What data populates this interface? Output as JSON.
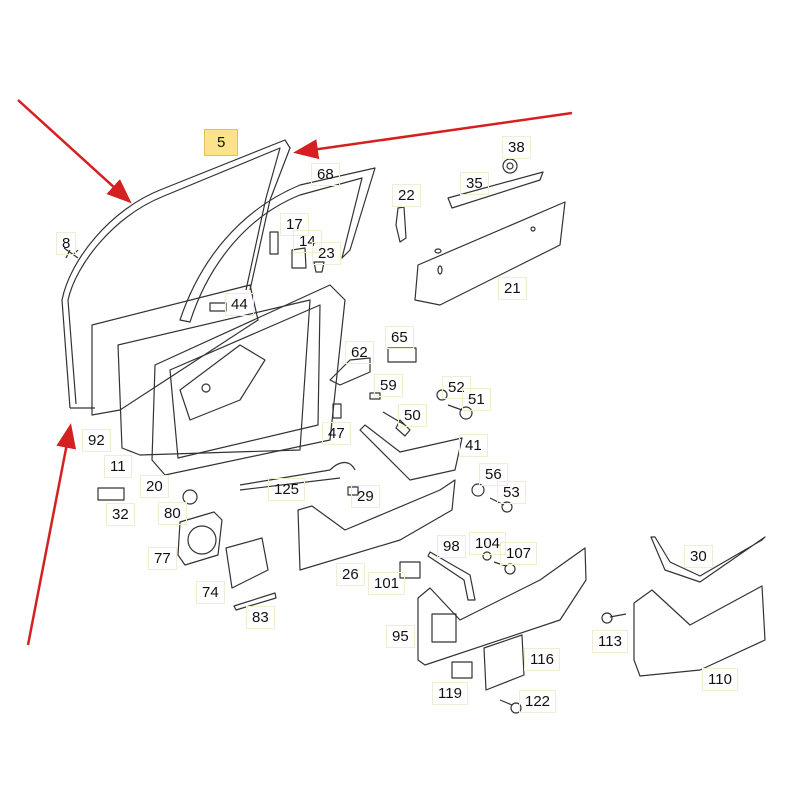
{
  "diagram": {
    "title": "Front door trim panel exploded parts diagram",
    "highlight_color": "#fbe38c",
    "arrow_color": "#d42020",
    "highlighted_part": "5",
    "parts": [
      {
        "id": "p5",
        "label": "5"
      },
      {
        "id": "p8",
        "label": "8"
      },
      {
        "id": "p68",
        "label": "68"
      },
      {
        "id": "p17",
        "label": "17"
      },
      {
        "id": "p14",
        "label": "14"
      },
      {
        "id": "p23",
        "label": "23"
      },
      {
        "id": "p22",
        "label": "22"
      },
      {
        "id": "p38",
        "label": "38"
      },
      {
        "id": "p35",
        "label": "35"
      },
      {
        "id": "p21",
        "label": "21"
      },
      {
        "id": "p44",
        "label": "44"
      },
      {
        "id": "p92",
        "label": "92"
      },
      {
        "id": "p11",
        "label": "11"
      },
      {
        "id": "p20",
        "label": "20"
      },
      {
        "id": "p62",
        "label": "62"
      },
      {
        "id": "p65",
        "label": "65"
      },
      {
        "id": "p59",
        "label": "59"
      },
      {
        "id": "p52",
        "label": "52"
      },
      {
        "id": "p51",
        "label": "51"
      },
      {
        "id": "p50",
        "label": "50"
      },
      {
        "id": "p47",
        "label": "47"
      },
      {
        "id": "p41",
        "label": "41"
      },
      {
        "id": "p56",
        "label": "56"
      },
      {
        "id": "p53",
        "label": "53"
      },
      {
        "id": "p125",
        "label": "125"
      },
      {
        "id": "p29",
        "label": "29"
      },
      {
        "id": "p32",
        "label": "32"
      },
      {
        "id": "p80",
        "label": "80"
      },
      {
        "id": "p77",
        "label": "77"
      },
      {
        "id": "p74",
        "label": "74"
      },
      {
        "id": "p83",
        "label": "83"
      },
      {
        "id": "p26",
        "label": "26"
      },
      {
        "id": "p101",
        "label": "101"
      },
      {
        "id": "p98",
        "label": "98"
      },
      {
        "id": "p104",
        "label": "104"
      },
      {
        "id": "p107",
        "label": "107"
      },
      {
        "id": "p95",
        "label": "95"
      },
      {
        "id": "p116",
        "label": "116"
      },
      {
        "id": "p119",
        "label": "119"
      },
      {
        "id": "p122",
        "label": "122"
      },
      {
        "id": "p30",
        "label": "30"
      },
      {
        "id": "p113",
        "label": "113"
      },
      {
        "id": "p110",
        "label": "110"
      }
    ]
  }
}
